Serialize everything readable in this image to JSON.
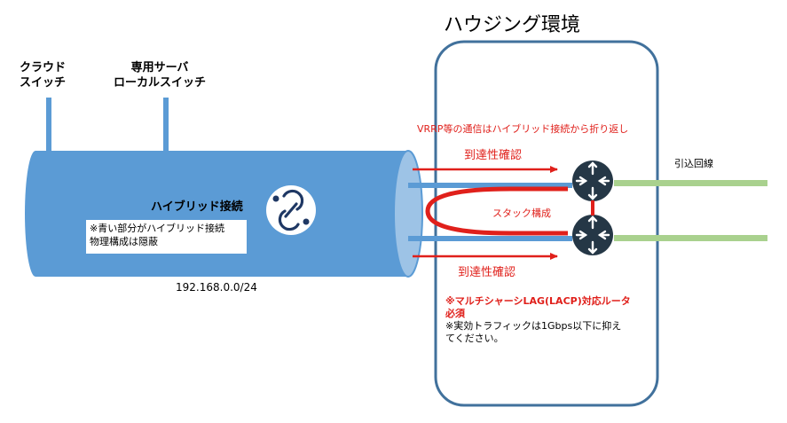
{
  "housing": {
    "title": "ハウジング環境"
  },
  "switches": {
    "cloud": [
      "クラウド",
      "スイッチ"
    ],
    "dedicated": [
      "専用サーバ",
      "ローカルスイッチ"
    ]
  },
  "tube": {
    "label": "ハイブリッド接続",
    "note": [
      "※青い部分がハイブリッド接続",
      "物理構成は隠蔽"
    ],
    "subnet": "192.168.0.0/24"
  },
  "annotations": {
    "vrrp": "VRRP等の通信はハイブリッド接続から折り返し",
    "reach_top": "到達性確認",
    "reach_bottom": "到達性確認",
    "stack": "スタック構成",
    "uplink": "引込回線"
  },
  "requirements": {
    "line1": "※マルチシャーシLAG(LACP)対応ルータ",
    "line2": "必須",
    "line3": "※実効トラフィックは1Gbps以下に抑え",
    "line4": "てください。"
  },
  "colors": {
    "tube": "#5b9bd5",
    "tube_end": "#9dc3e6",
    "housing_border": "#41719c",
    "accent_red": "#e0201b",
    "uplink": "#a9d18e",
    "router": "#253746"
  }
}
